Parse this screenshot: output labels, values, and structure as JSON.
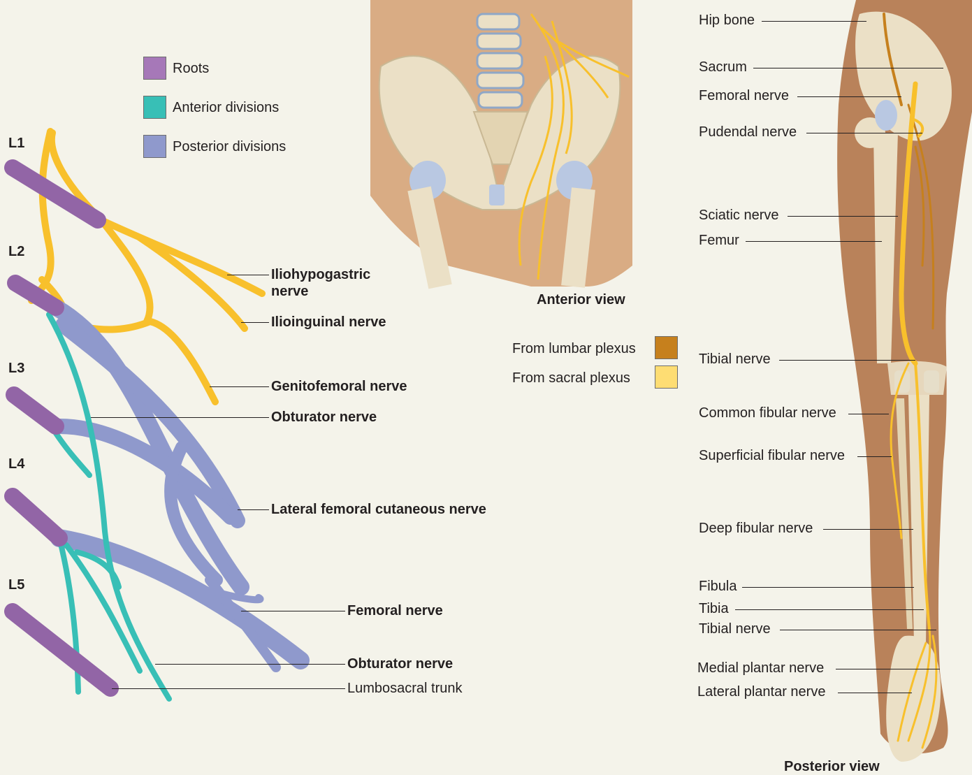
{
  "legend": {
    "roots": {
      "label": "Roots",
      "color": "#a678b8"
    },
    "anterior": {
      "label": "Anterior divisions",
      "color": "#38bfb6"
    },
    "posterior": {
      "label": "Posterior divisions",
      "color": "#8f99cc"
    }
  },
  "roots": [
    "L1",
    "L2",
    "L3",
    "L4",
    "L5"
  ],
  "plexus_labels": {
    "iliohypogastric_line1": "Iliohypogastric",
    "iliohypogastric_line2": "nerve",
    "ilioinguinal": "Ilioinguinal nerve",
    "genitofemoral": "Genitofemoral nerve",
    "obturator_top": "Obturator nerve",
    "lateral_femoral_cutaneous": "Lateral femoral cutaneous nerve",
    "femoral": "Femoral nerve",
    "obturator_bottom": "Obturator nerve",
    "lumbosacral_trunk": "Lumbosacral trunk"
  },
  "anterior_view": {
    "caption": "Anterior view",
    "key": [
      {
        "label": "From lumbar plexus",
        "color": "#c6801d"
      },
      {
        "label": "From sacral plexus",
        "color": "#fedd73"
      }
    ]
  },
  "posterior_view": {
    "caption": "Posterior view",
    "labels": {
      "hip_bone": "Hip bone",
      "sacrum": "Sacrum",
      "femoral_nerve": "Femoral nerve",
      "pudendal_nerve": "Pudendal nerve",
      "sciatic_nerve": "Sciatic nerve",
      "femur": "Femur",
      "tibial_nerve_upper": "Tibial nerve",
      "common_fibular_nerve": "Common fibular nerve",
      "superficial_fibular_nerve": "Superficial fibular nerve",
      "deep_fibular_nerve": "Deep fibular nerve",
      "fibula": "Fibula",
      "tibia": "Tibia",
      "tibial_nerve_lower": "Tibial nerve",
      "medial_plantar_nerve": "Medial plantar nerve",
      "lateral_plantar_nerve": "Lateral plantar nerve"
    }
  },
  "colors": {
    "background": "#f4f3ea",
    "nerve_yellow": "#f8c02c",
    "root_purple": "#9265a6",
    "posterior_lavender": "#8f99cc",
    "anterior_teal": "#38bfb6",
    "lumbar_orange": "#c6801d",
    "skin": "#b9825a",
    "bone": "#e8dcc0"
  }
}
